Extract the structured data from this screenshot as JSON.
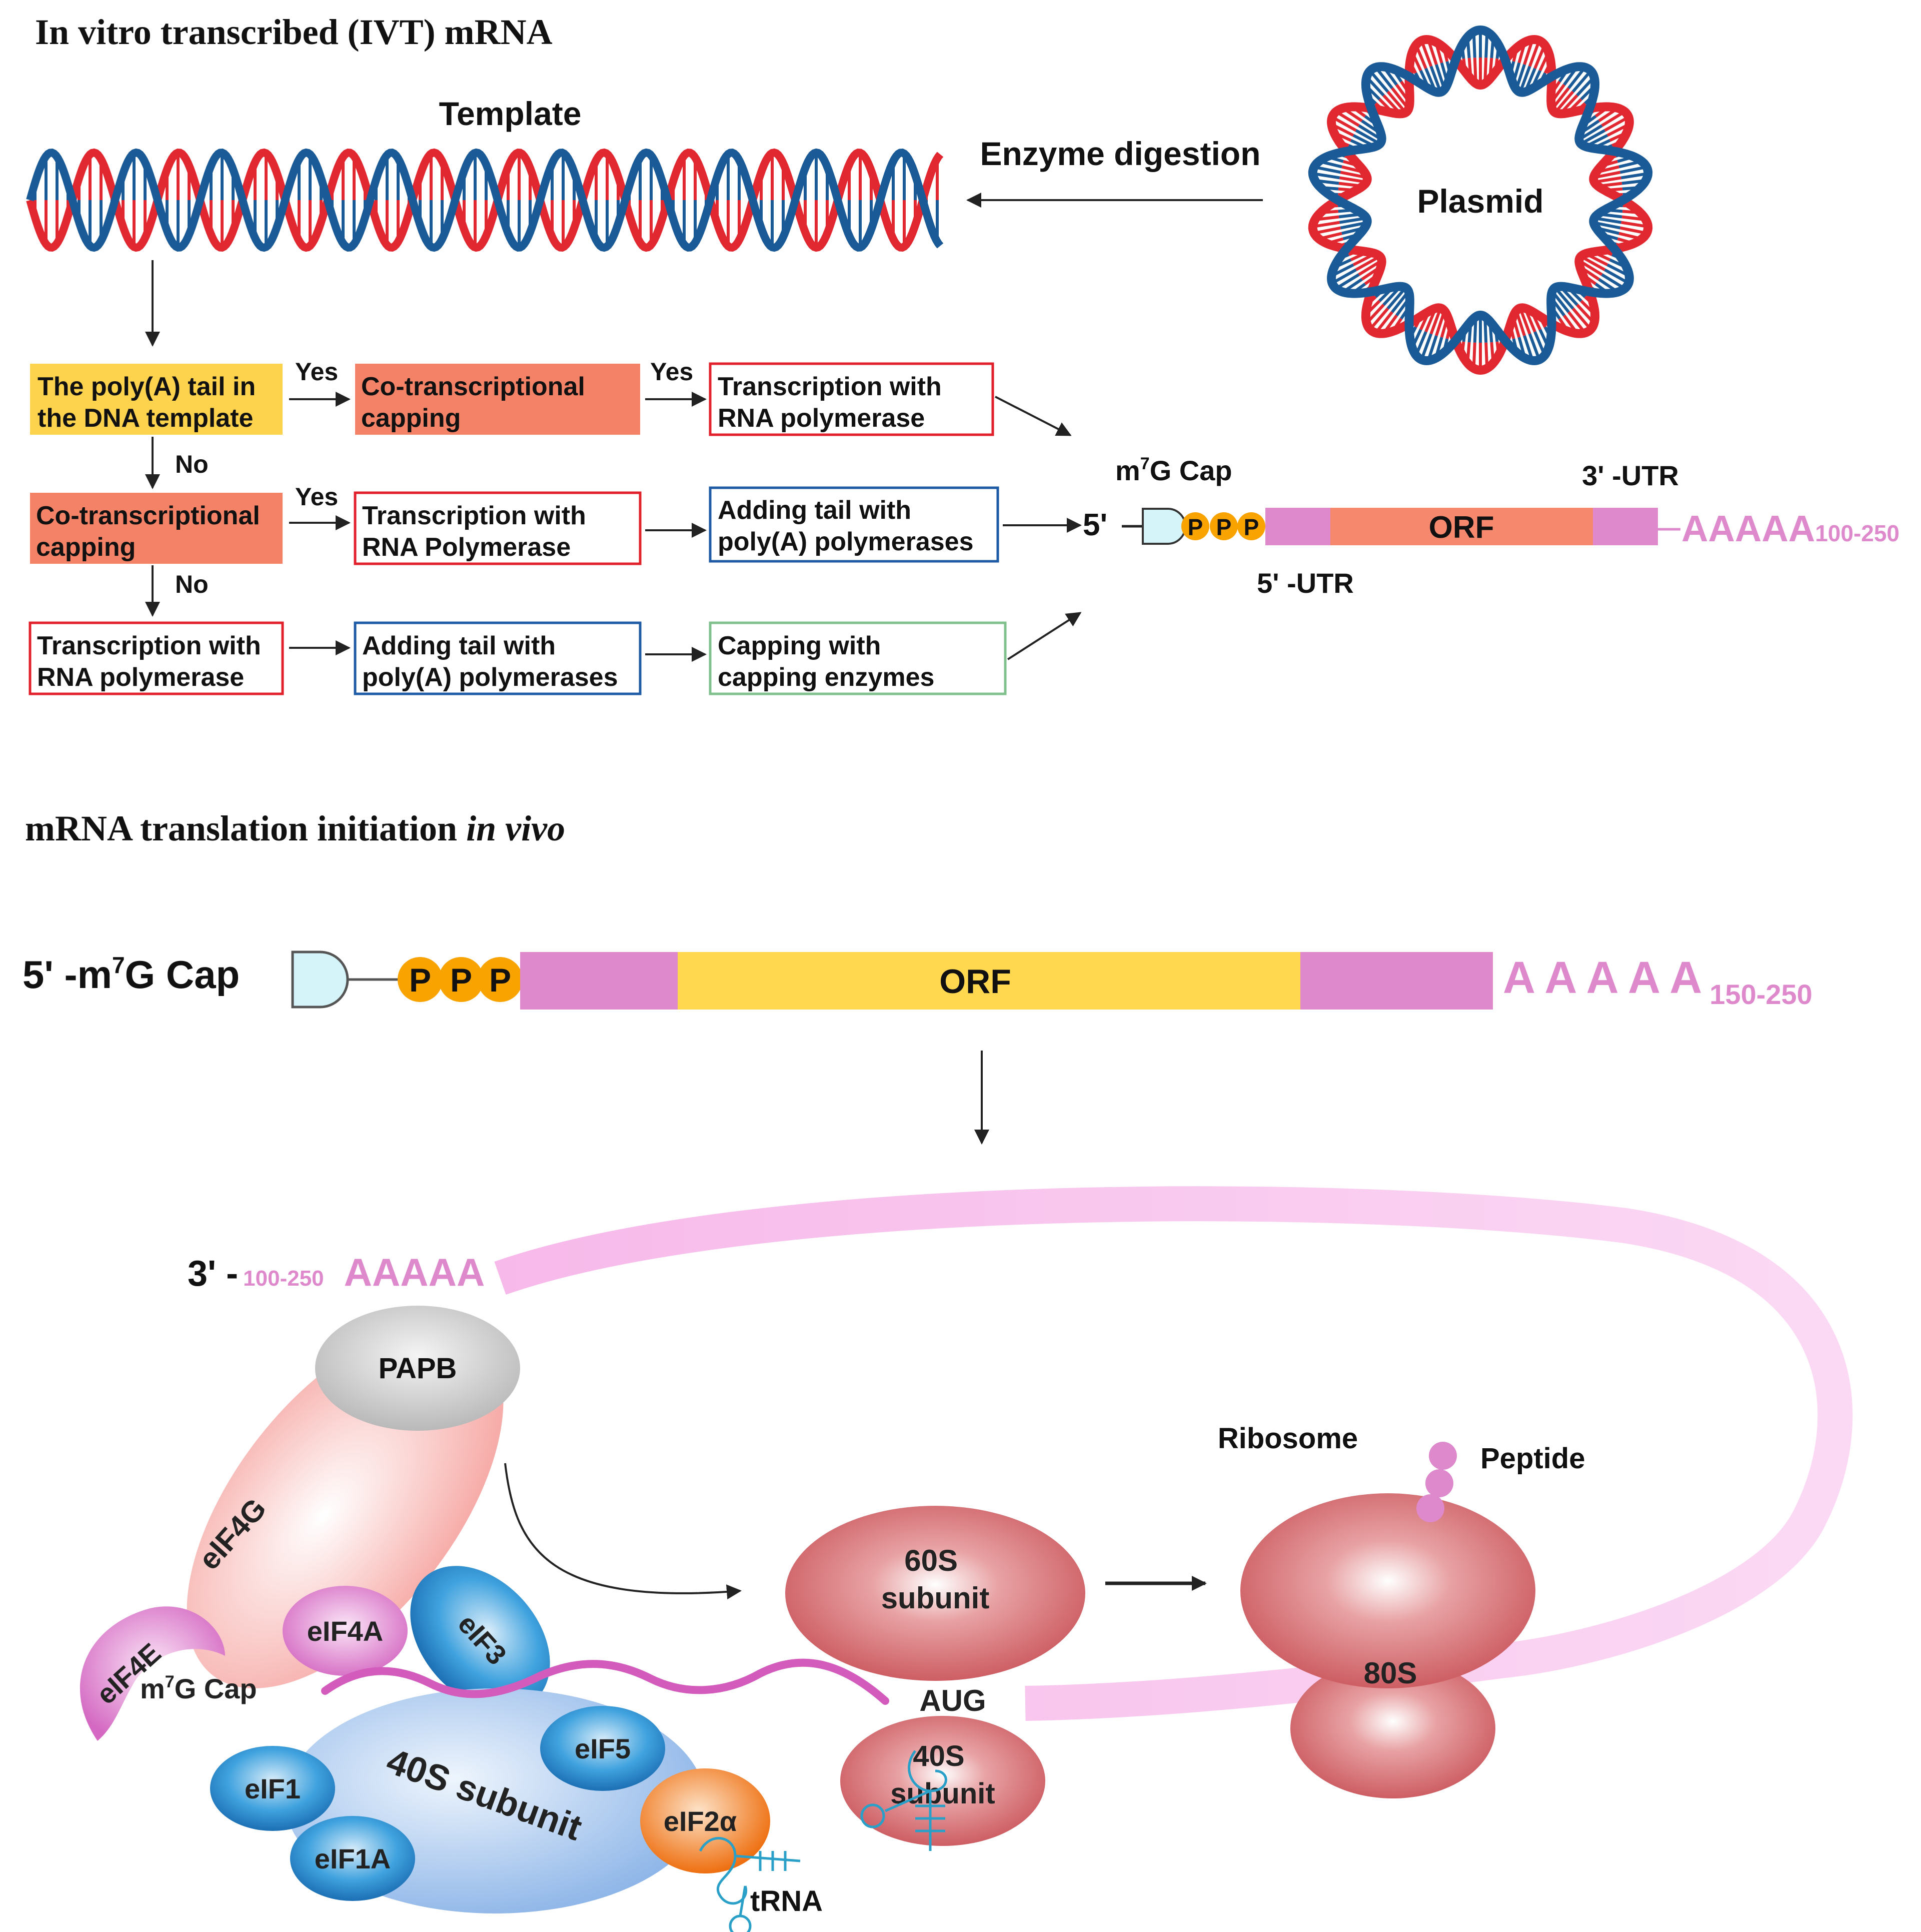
{
  "ivt": {
    "section_title": "In vitro transcribed (IVT) mRNA",
    "template_label": "Template",
    "enzyme_label": "Enzyme digestion",
    "plasmid_label": "Plasmid",
    "flow": {
      "box1": [
        "The poly(A) tail in",
        "the DNA template"
      ],
      "box2": [
        "Co-transcriptional",
        "capping"
      ],
      "box3": [
        "Transcription with",
        "RNA polymerase"
      ],
      "box4": [
        "Co-transcriptional",
        "capping"
      ],
      "box5": [
        "Transcription with",
        "RNA Polymerase"
      ],
      "box6": [
        "Adding tail with",
        "poly(A) polymerases"
      ],
      "box7": [
        "Transcription with",
        "RNA polymerase"
      ],
      "box8": [
        "Adding tail with",
        "poly(A) polymerases"
      ],
      "box9": [
        "Capping with",
        "capping enzymes"
      ],
      "yes": "Yes",
      "no": "No"
    },
    "mrna": {
      "five_prime": "5'",
      "cap_label": "m7G Cap",
      "p": "P",
      "orf": "ORF",
      "utr3": "3' -UTR",
      "utr5": "5' -UTR",
      "polya": "AAAAA",
      "polya_count": "100-250"
    },
    "colors": {
      "dna_red": "#e12830",
      "dna_blue": "#1a5a96",
      "yellow_box": "#fdd34e",
      "salmon_box": "#f48266",
      "red_border": "#e0202a",
      "blue_border": "#1f5aa5",
      "green_border": "#7fc08c",
      "utr_pink": "#de89cc",
      "orf_orange": "#f6886e",
      "phosphate": "#f9a300",
      "cap_cyan": "#d4f4fa"
    }
  },
  "translation": {
    "section_title_plain": "mRNA translation initiation ",
    "section_title_italic": "in vivo",
    "mrna": {
      "five_prime_cap": "5' -m7G Cap",
      "p": "P",
      "orf": "ORF",
      "polya": "A A A A A",
      "polya_count": "150-250"
    },
    "complex": {
      "three_prime": "3' -",
      "polya_count": "100-250",
      "polya": "AAAAA",
      "papb": "PAPB",
      "eif4g": "eIF4G",
      "eif4e": "eIF4E",
      "eif4a": "eIF4A",
      "eif3": "eIF3",
      "cap": "m7G Cap",
      "s40": "40S subunit",
      "eif1": "eIF1",
      "eif1a": "eIF1A",
      "eif5": "eIF5",
      "eif2a": "eIF2α",
      "trna": "tRNA",
      "s60": [
        "60S",
        "subunit"
      ],
      "aug": "AUG",
      "s40b": [
        "40S",
        "subunit"
      ],
      "ribosome": "Ribosome",
      "peptide": "Peptide",
      "s80": "80S"
    },
    "colors": {
      "orf_yellow": "#ffd84f",
      "loop_pink": "#fcd2f2",
      "ribosome_red": "#c9545a",
      "blue_factor": "#2e93d3",
      "grey": "#c9c9c9",
      "orange": "#f07a1c"
    }
  }
}
